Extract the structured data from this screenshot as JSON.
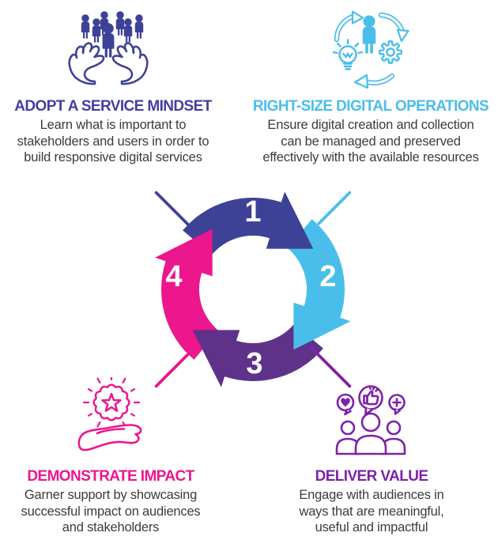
{
  "palette": {
    "navy": "#3E4296",
    "navy_heading": "#433EA2",
    "cyan": "#4ABEEA",
    "purple": "#5F3289",
    "bright_purple": "#7D22A8",
    "pink": "#EC168D",
    "text_dark": "#3B3B3B",
    "number_text": "#FFFFFF"
  },
  "steps": [
    {
      "number": "1",
      "title": "ADOPT A SERVICE MINDSET",
      "lines": [
        "Learn what is important to",
        "stakeholders and users in order to",
        "build responsive digital services"
      ],
      "accent": "navy",
      "icon": "people-in-hands-icon",
      "position": "top-left"
    },
    {
      "number": "2",
      "title": "RIGHT-SIZE DIGITAL OPERATIONS",
      "lines": [
        "Ensure digital creation and collection",
        "can be managed and preserved",
        "effectively with the available resources"
      ],
      "accent": "cyan",
      "icon": "digital-operations-cycle-icon",
      "position": "top-right"
    },
    {
      "number": "3",
      "title": "DELIVER VALUE",
      "lines": [
        "Engage with audiences in",
        "ways that are meaningful,",
        "useful and impactful"
      ],
      "accent": "purple",
      "icon": "audience-engagement-icon",
      "position": "bottom-right"
    },
    {
      "number": "4",
      "title": "DEMONSTRATE IMPACT",
      "lines": [
        "Garner support by showcasing",
        "successful impact on audiences",
        "and stakeholders"
      ],
      "accent": "pink",
      "icon": "star-in-hand-icon",
      "position": "bottom-left"
    }
  ],
  "cycle": {
    "direction": "clockwise",
    "segments": [
      {
        "number": "1",
        "color_key": "navy",
        "position": "top"
      },
      {
        "number": "2",
        "color_key": "cyan",
        "position": "right"
      },
      {
        "number": "3",
        "color_key": "purple",
        "position": "bottom"
      },
      {
        "number": "4",
        "color_key": "pink",
        "position": "left"
      }
    ]
  }
}
